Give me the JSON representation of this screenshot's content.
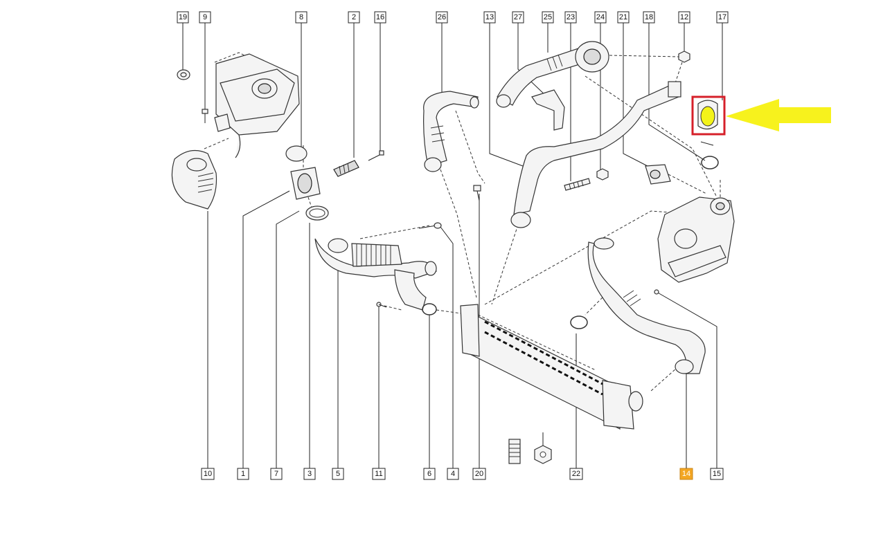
{
  "callouts_top": [
    "19",
    "9",
    "8",
    "2",
    "16",
    "26",
    "13",
    "27",
    "25",
    "23",
    "24",
    "21",
    "18",
    "12",
    "17"
  ],
  "callouts_bottom": [
    "10",
    "1",
    "7",
    "3",
    "5",
    "11",
    "6",
    "4",
    "20",
    "22",
    "14",
    "15"
  ],
  "highlighted_part": "14",
  "colors": {
    "highlight_box": "#d6202a",
    "highlight_fill": "#f3f31a",
    "arrow": "#f7f21d",
    "callout_highlight": "#f3a623"
  }
}
